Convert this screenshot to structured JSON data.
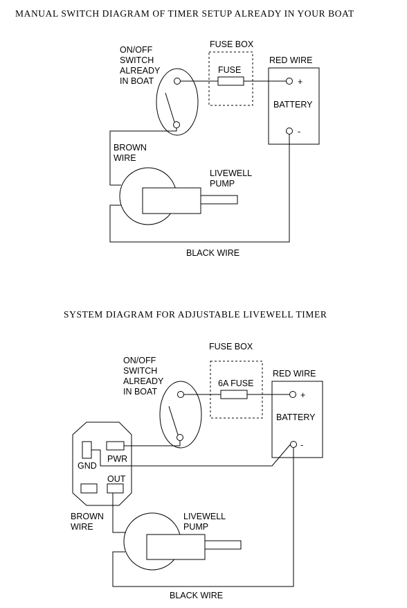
{
  "diagram1": {
    "title": "MANUAL SWITCH DIAGRAM OF TIMER SETUP ALREADY IN YOUR BOAT",
    "switch_label": [
      "ON/OFF",
      "SWITCH",
      "ALREADY",
      "IN BOAT"
    ],
    "fuse_box_label": "FUSE BOX",
    "fuse_label": "FUSE",
    "red_wire_label": "RED WIRE",
    "plus_label": "+",
    "battery_label": "BATTERY",
    "minus_label": "-",
    "brown_wire_label": [
      "BROWN",
      "WIRE"
    ],
    "pump_label": [
      "LIVEWELL",
      "PUMP"
    ],
    "black_wire_label": "BLACK WIRE"
  },
  "diagram2": {
    "title": "SYSTEM DIAGRAM FOR ADJUSTABLE LIVEWELL TIMER",
    "fuse_box_label": "FUSE BOX",
    "switch_label": [
      "ON/OFF",
      "SWITCH",
      "ALREADY",
      "IN BOAT"
    ],
    "fuse_label": "6A FUSE",
    "red_wire_label": "RED WIRE",
    "plus_label": "+",
    "battery_label": "BATTERY",
    "minus_label": "-",
    "gnd_label": "GND",
    "pwr_label": "PWR",
    "out_label": "OUT",
    "brown_wire_label": [
      "BROWN",
      "WIRE"
    ],
    "pump_label": [
      "LIVEWELL",
      "PUMP"
    ],
    "black_wire_label": "BLACK WIRE"
  }
}
